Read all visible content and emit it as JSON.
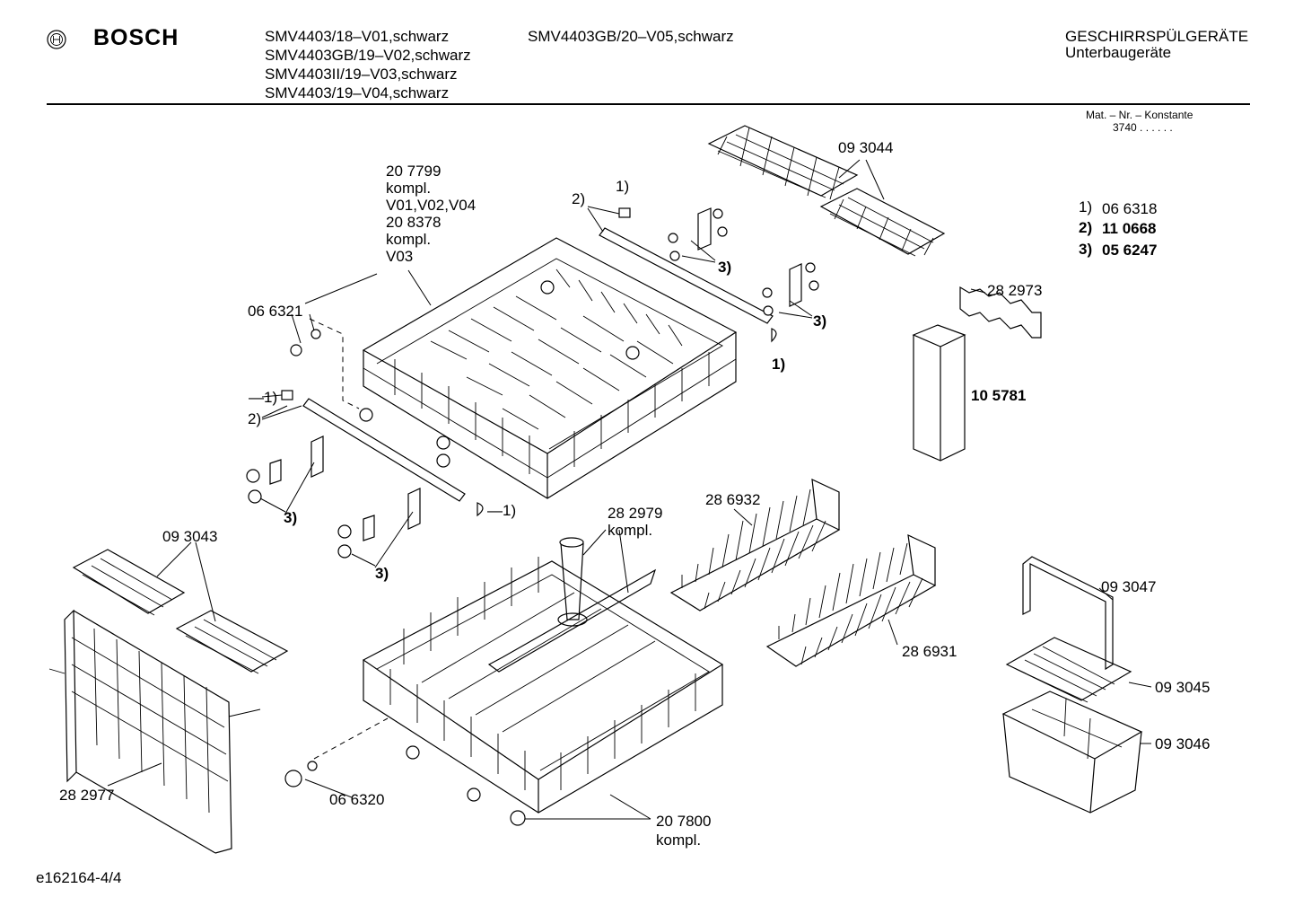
{
  "header": {
    "brand": "BOSCH",
    "models_col1": [
      "SMV4403/18–V01,schwarz",
      "SMV4403GB/19–V02,schwarz",
      "SMV4403II/19–V03,schwarz",
      "SMV4403/19–V04,schwarz"
    ],
    "models_col2": [
      "SMV4403GB/20–V05,schwarz"
    ],
    "category": "GESCHIRRSPÜLGERÄTE",
    "subcategory": "Unterbaugeräte",
    "mat_label": "Mat. – Nr. – Konstante",
    "mat_value": "3740 . . . . . ."
  },
  "legend": [
    {
      "key": "1)",
      "value": "06 6318",
      "bold": false
    },
    {
      "key": "2)",
      "value": "11 0668",
      "bold": true
    },
    {
      "key": "3)",
      "value": "05 6247",
      "bold": true
    }
  ],
  "parts": {
    "upper_basket": [
      "20 7799",
      "kompl.",
      "V01,V02,V04",
      "20 8378",
      "kompl.",
      "V03"
    ],
    "p066321": "06 6321",
    "p093044": "09 3044",
    "p282973": "28 2973",
    "p105781": "10 5781",
    "p093043": "09 3043",
    "p282979": [
      "28 2979",
      "kompl."
    ],
    "p286932": "28 6932",
    "p286931": "28 6931",
    "p093047": "09 3047",
    "p093045": "09 3045",
    "p093046": "09 3046",
    "p282977": "28 2977",
    "p066320": "06 6320",
    "lower_basket": [
      "20 7800",
      "kompl."
    ]
  },
  "callouts": {
    "c1": "1)",
    "c2": "2)",
    "c3": "3)",
    "c1_arrow": "—1)",
    "c1_dash": "—1)"
  },
  "footer": {
    "doc_id": "e162164-4/4"
  }
}
